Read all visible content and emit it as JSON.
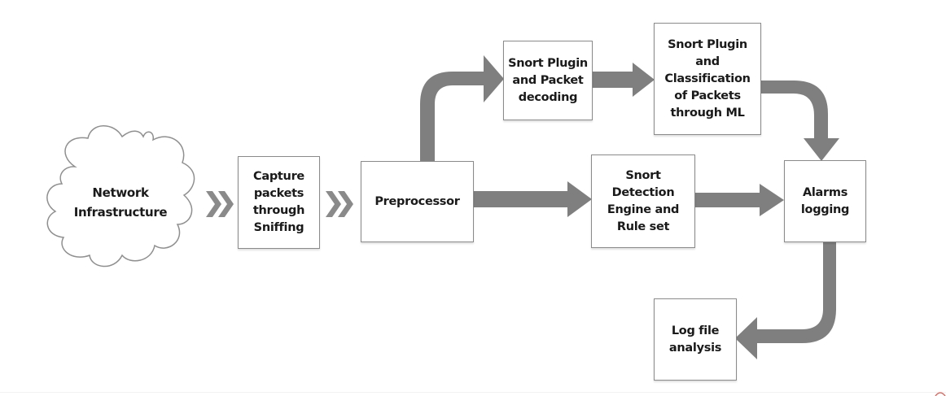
{
  "diagram": {
    "type": "flowchart",
    "colors": {
      "arrow": "#7f7f7f",
      "box_border": "#8a8a8a",
      "box_fill": "#ffffff",
      "text": "#1a1a1a",
      "corner_mark": "#e05a4f"
    },
    "nodes": {
      "network": {
        "label": "Network\nInfrastructure",
        "shape": "cloud"
      },
      "capture": {
        "label": "Capture\npackets\nthrough\nSniffing",
        "shape": "rectangle"
      },
      "preprocessor": {
        "label": "Preprocessor",
        "shape": "rectangle"
      },
      "decoding": {
        "label": "Snort Plugin\nand Packet\ndecoding",
        "shape": "rectangle"
      },
      "classification": {
        "label": "Snort Plugin\nand\nClassification\nof Packets\nthrough ML",
        "shape": "rectangle"
      },
      "detection": {
        "label": "Snort\nDetection\nEngine and\nRule set",
        "shape": "rectangle"
      },
      "alarms": {
        "label": "Alarms\nlogging",
        "shape": "rectangle"
      },
      "logfile": {
        "label": "Log file\nanalysis",
        "shape": "rectangle"
      }
    },
    "edges": [
      {
        "from": "network",
        "to": "capture",
        "style": "double-chevron"
      },
      {
        "from": "capture",
        "to": "preprocessor",
        "style": "double-chevron"
      },
      {
        "from": "preprocessor",
        "to": "decoding",
        "style": "curved-block-arrow"
      },
      {
        "from": "decoding",
        "to": "classification",
        "style": "block-arrow"
      },
      {
        "from": "classification",
        "to": "alarms",
        "style": "curved-block-arrow"
      },
      {
        "from": "preprocessor",
        "to": "detection",
        "style": "block-arrow"
      },
      {
        "from": "detection",
        "to": "alarms",
        "style": "block-arrow"
      },
      {
        "from": "alarms",
        "to": "logfile",
        "style": "curved-block-arrow"
      }
    ]
  }
}
